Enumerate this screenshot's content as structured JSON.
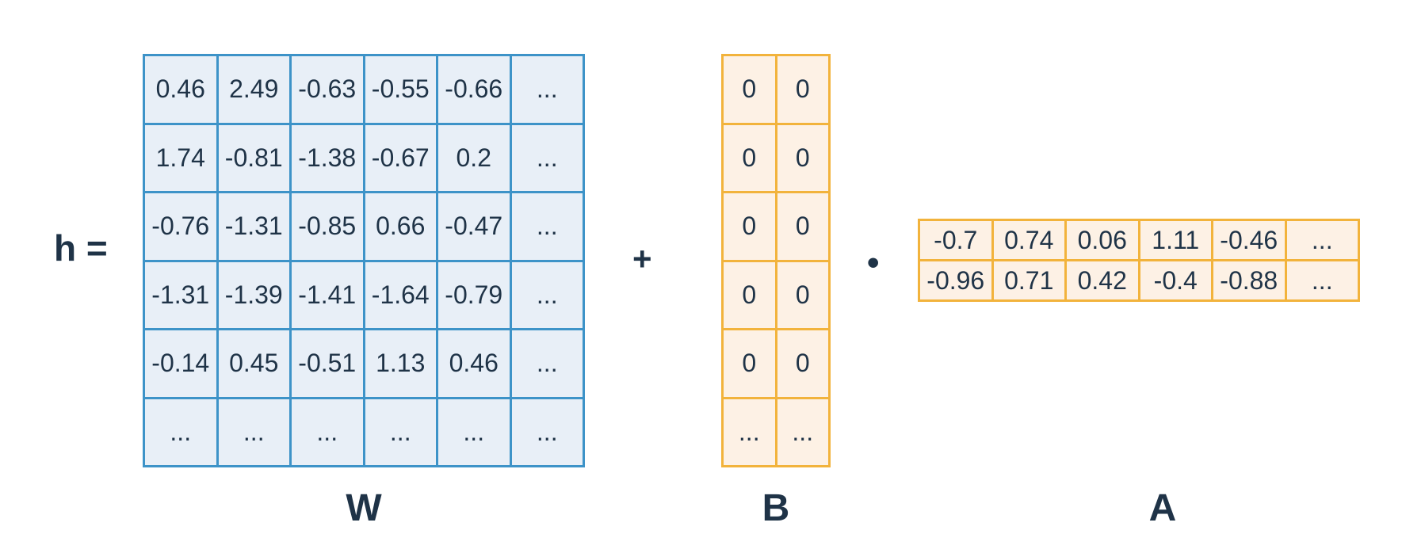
{
  "equation": {
    "lhs": "h =",
    "plus": "+",
    "dot": "•"
  },
  "matrices": {
    "W": {
      "label": "W",
      "rows": [
        [
          "0.46",
          "2.49",
          "-0.63",
          "-0.55",
          "-0.66",
          "..."
        ],
        [
          "1.74",
          "-0.81",
          "-1.38",
          "-0.67",
          "0.2",
          "..."
        ],
        [
          "-0.76",
          "-1.31",
          "-0.85",
          "0.66",
          "-0.47",
          "..."
        ],
        [
          "-1.31",
          "-1.39",
          "-1.41",
          "-1.64",
          "-0.79",
          "..."
        ],
        [
          "-0.14",
          "0.45",
          "-0.51",
          "1.13",
          "0.46",
          "..."
        ],
        [
          "...",
          "...",
          "...",
          "...",
          "...",
          "..."
        ]
      ]
    },
    "B": {
      "label": "B",
      "rows": [
        [
          "0",
          "0"
        ],
        [
          "0",
          "0"
        ],
        [
          "0",
          "0"
        ],
        [
          "0",
          "0"
        ],
        [
          "0",
          "0"
        ],
        [
          "...",
          "..."
        ]
      ]
    },
    "A": {
      "label": "A",
      "rows": [
        [
          "-0.7",
          "0.74",
          "0.06",
          "1.11",
          "-0.46",
          "..."
        ],
        [
          "-0.96",
          "0.71",
          "0.42",
          "-0.4",
          "-0.88",
          "..."
        ]
      ]
    }
  },
  "colors": {
    "W_border": "#3d93c8",
    "W_fill": "#e8eff7",
    "BA_border": "#f2b33c",
    "BA_fill": "#fdf1e5",
    "text": "#1f3347"
  }
}
